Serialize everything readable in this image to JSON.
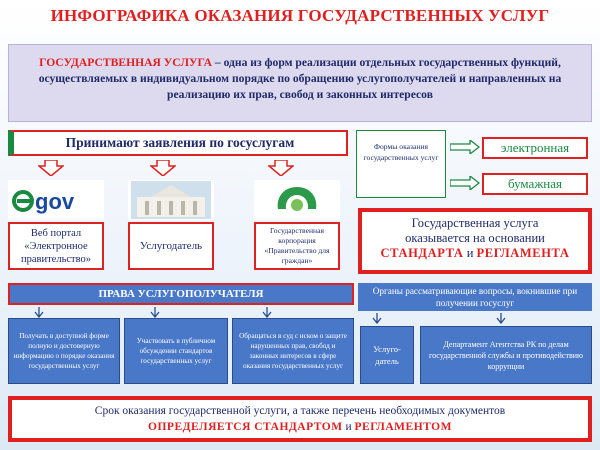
{
  "title": "ИНФОГРАФИКА ОКАЗАНИЯ ГОСУДАРСТВЕННЫХ УСЛУГ",
  "definition": {
    "term": "ГОСУДАРСТВЕННАЯ УСЛУГА",
    "text": " – одна из форм реализации отдельных государственных функций, осуществляемых в индивидуальном порядке по обращению услугополучателей и направленных на реализацию их прав, свобод и законных интересов"
  },
  "accept": {
    "heading": "Принимают заявления по госуслугам",
    "items": [
      {
        "logo": "eGOV",
        "label": "Веб портал «Электронное правительство»"
      },
      {
        "logo": "building",
        "label": "Услугодатель"
      },
      {
        "logo": "corporation",
        "label": "Государственная корпорация «Правительство для граждан»"
      }
    ]
  },
  "forms": {
    "label": "Формы оказания государственных услуг",
    "types": [
      "электронная",
      "бумажная"
    ]
  },
  "basis": {
    "line1": "Государственная услуга",
    "line2": "оказывается на основании",
    "standard": "СТАНДАРТА",
    "and": "и",
    "regulation": "РЕГЛАМЕНТА"
  },
  "rights": {
    "heading": "ПРАВА УСЛУГОПОЛУЧАТЕЛЯ",
    "items": [
      "Получать в доступной форме полную и достоверную информацию о порядке оказания государственных услуг",
      "Участвовать в публичном обсуждении стандартов государственных услуг",
      "Обращаться в суд с иском о защите нарушенных прав, свобод и законных интересов в сфере оказания государственных услуг"
    ]
  },
  "organs": {
    "heading": "Органы рассматривающие вопросы, вокнившие при получении госуслуг",
    "items": [
      "Услуго-датель",
      "Департамент Агентства РК по делам государственной службы и противодействию коррупции"
    ]
  },
  "bottom": {
    "line1": "Срок оказания государственной услуги, а также перечень необходимых документов",
    "defined": "ОПРЕДЕЛЯЕТСЯ СТАНДАРТОМ",
    "and": "и",
    "regulation": "РЕГЛАМЕНТОМ"
  },
  "colors": {
    "accent_red": "#e02020",
    "accent_green": "#1a8a40",
    "blue_box": "#4a78c8",
    "text_navy": "#1f2a6b"
  }
}
